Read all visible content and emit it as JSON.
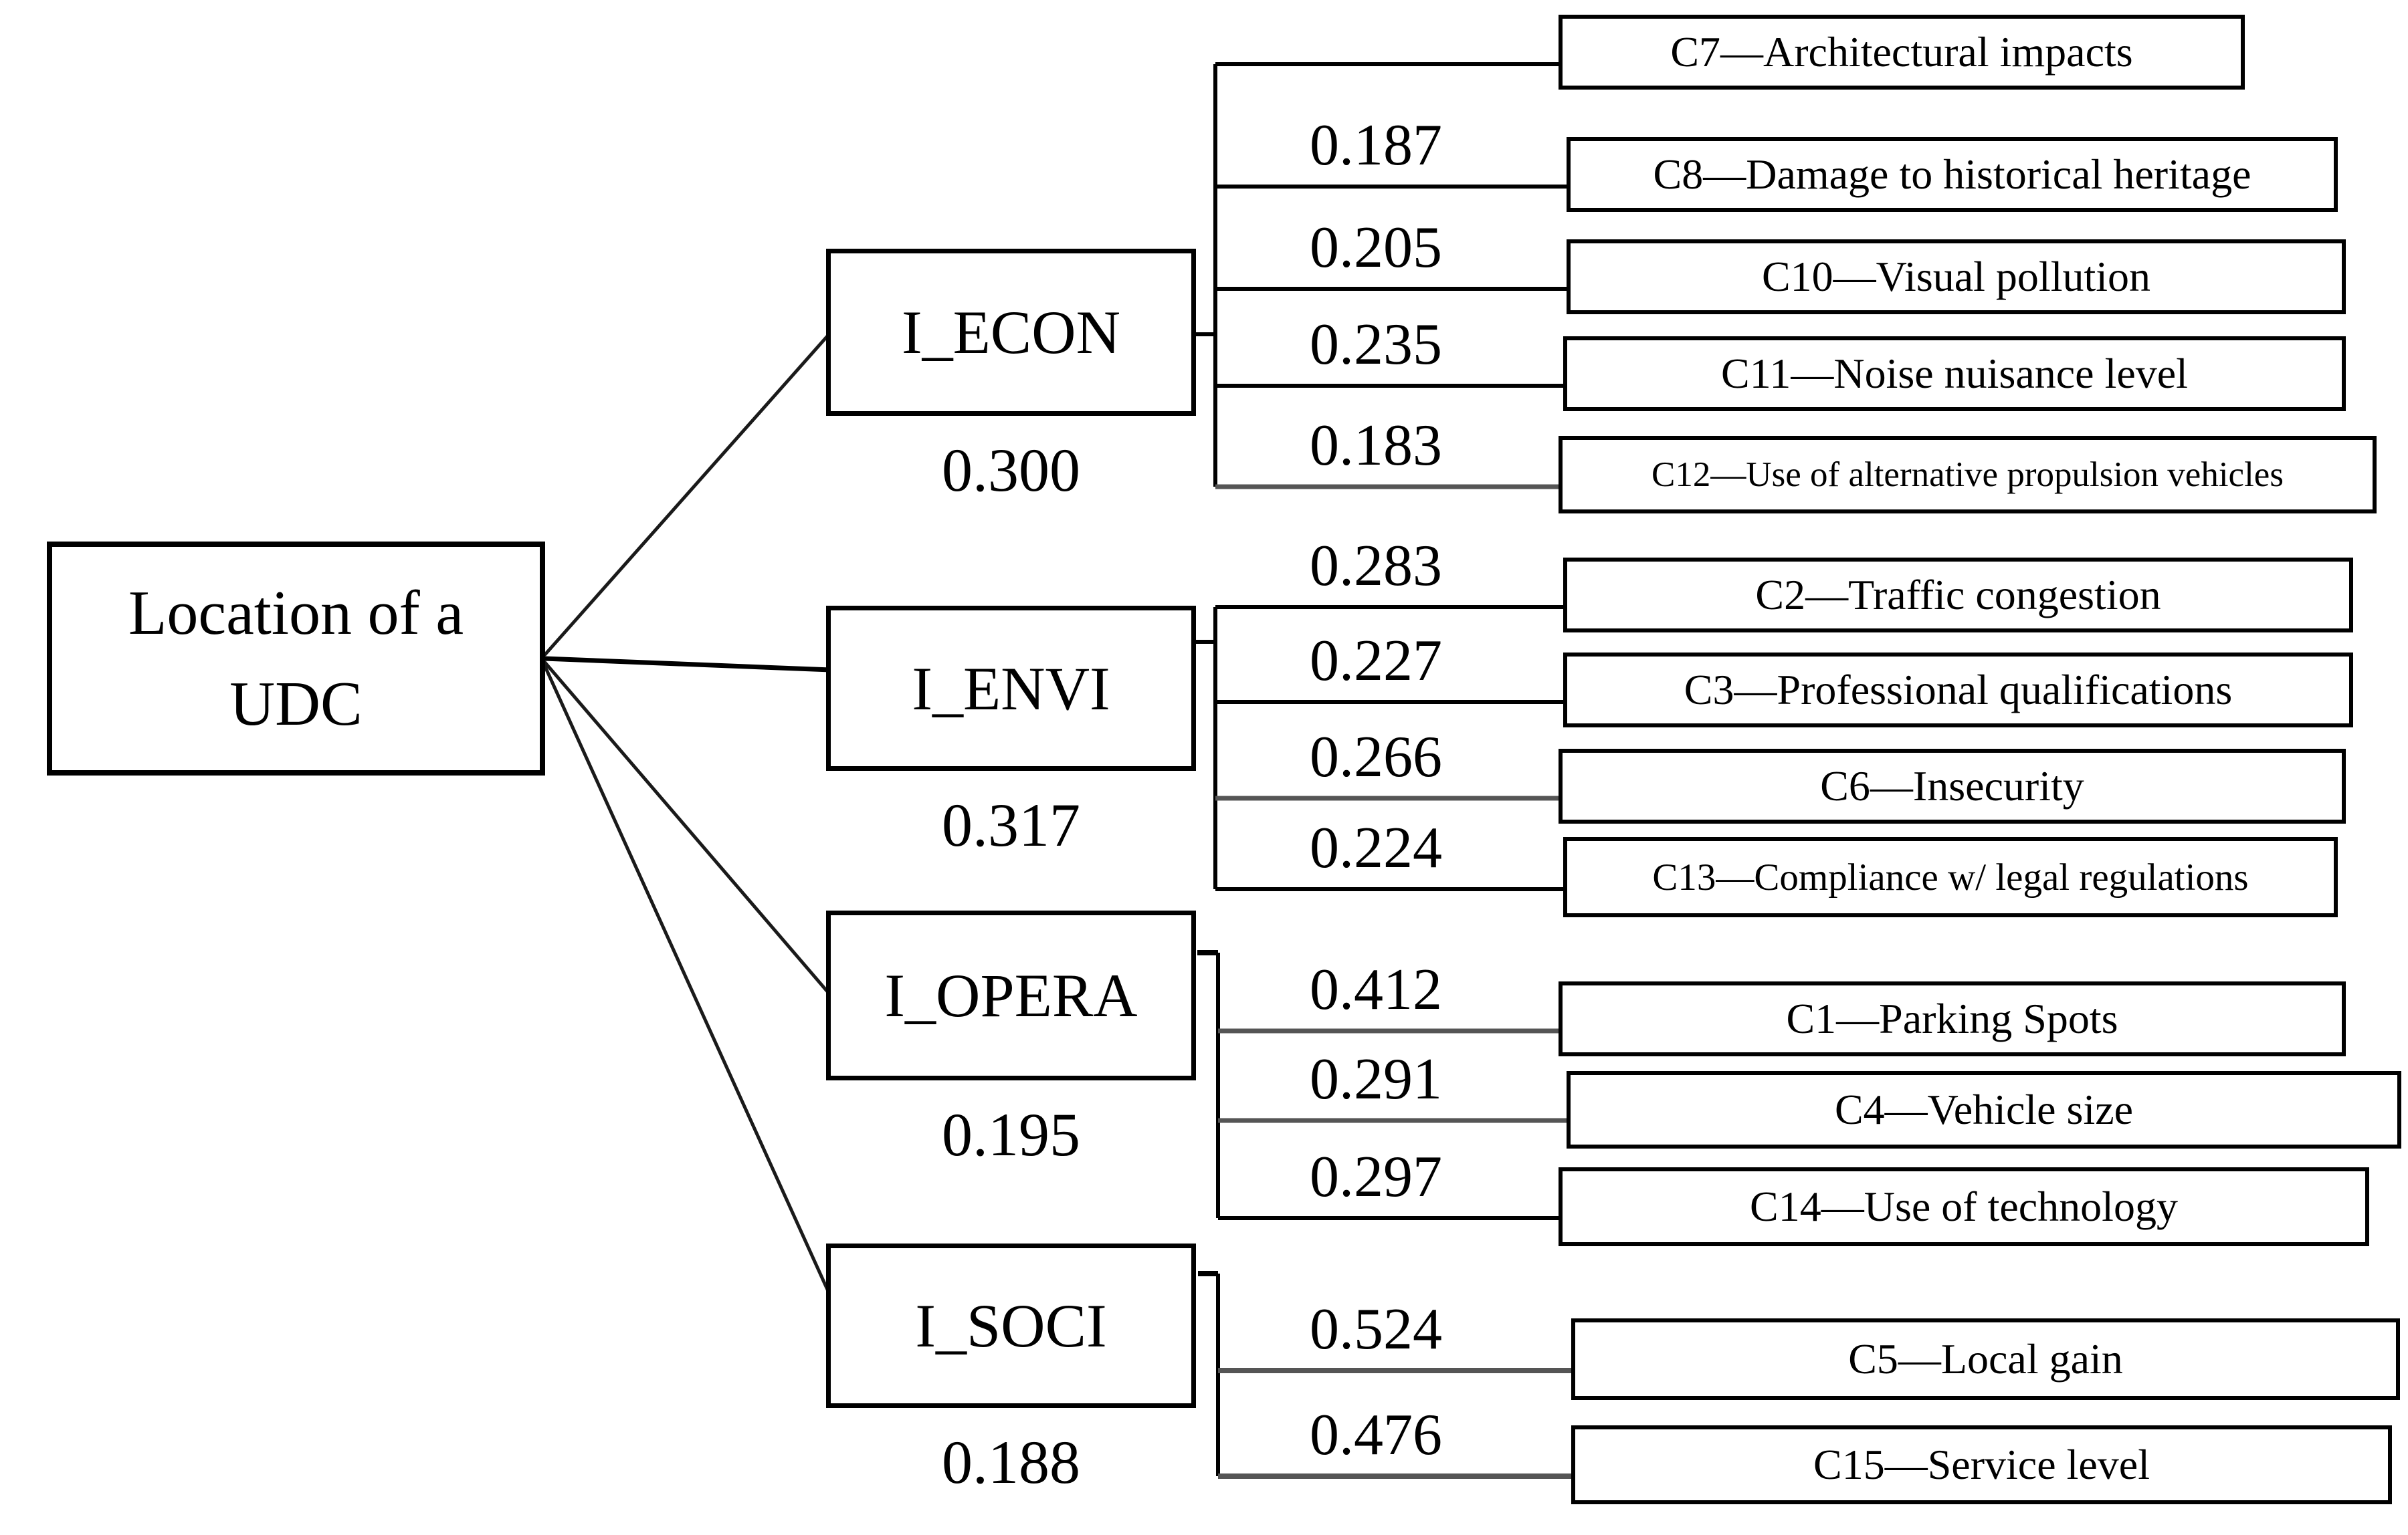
{
  "figure": {
    "root": {
      "line1": "Location of a",
      "line2": "UDC"
    },
    "groups": [
      {
        "label": "I_ECON",
        "weight": "0.300",
        "children": [
          {
            "label": "C7—Architectural impacts",
            "weight": ""
          },
          {
            "label": "C8—Damage to historical heritage",
            "weight": "0.187"
          },
          {
            "label": "C10—Visual pollution",
            "weight": "0.205"
          },
          {
            "label": "C11—Noise nuisance level",
            "weight": "0.235"
          },
          {
            "label": "C12—Use of alternative propulsion vehicles",
            "weight": "0.183"
          }
        ]
      },
      {
        "label": "I_ENVI",
        "weight": "0.317",
        "children": [
          {
            "label": "C2—Traffic congestion",
            "weight": "0.283"
          },
          {
            "label": "C3—Professional qualifications",
            "weight": "0.227"
          },
          {
            "label": "C6—Insecurity",
            "weight": "0.266"
          },
          {
            "label": "C13—Compliance w/ legal regulations",
            "weight": "0.224"
          }
        ]
      },
      {
        "label": "I_OPERA",
        "weight": "0.195",
        "children": [
          {
            "label": "C1—Parking Spots",
            "weight": "0.412"
          },
          {
            "label": "C4—Vehicle size",
            "weight": "0.291"
          },
          {
            "label": "C14—Use of technology",
            "weight": "0.297"
          }
        ]
      },
      {
        "label": "I_SOCI",
        "weight": "0.188",
        "children": [
          {
            "label": "C5—Local gain",
            "weight": "0.524"
          },
          {
            "label": "C15—Service level",
            "weight": "0.476"
          }
        ]
      }
    ]
  }
}
